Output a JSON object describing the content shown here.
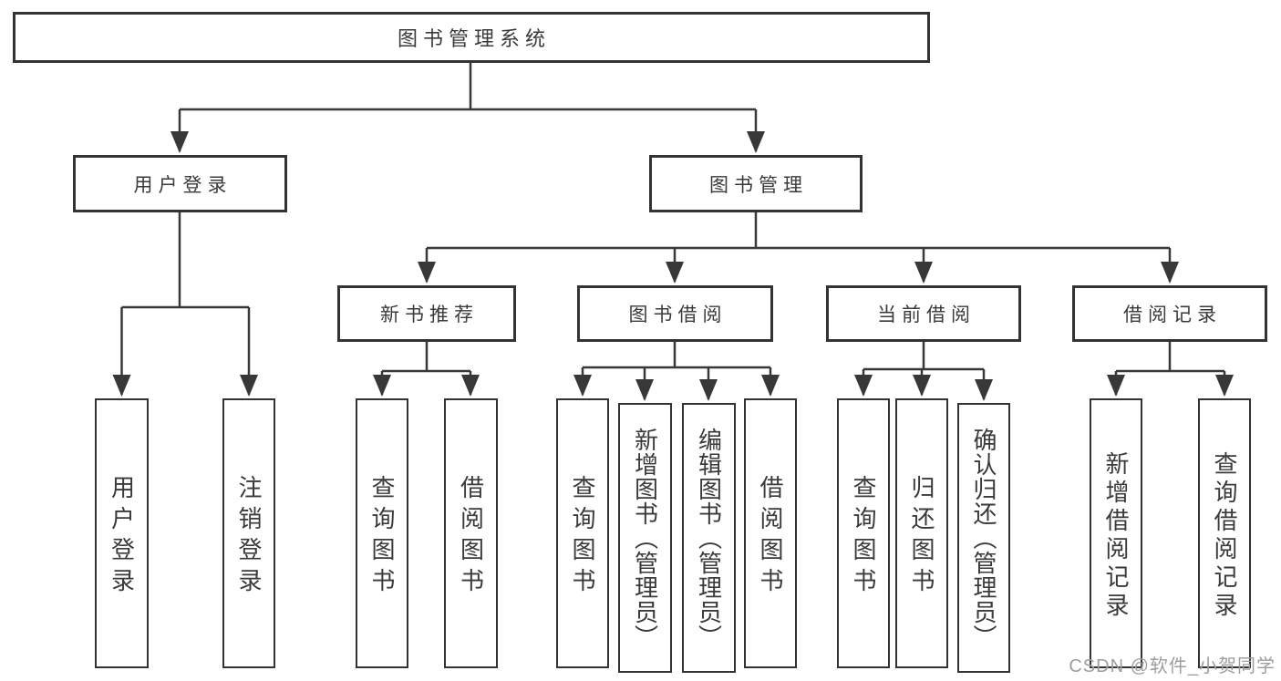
{
  "tree": {
    "label": "图书管理系统",
    "children": [
      {
        "label": "用户登录",
        "children": [
          {
            "label": "用户登录"
          },
          {
            "label": "注销登录"
          }
        ]
      },
      {
        "label": "图书管理",
        "children": [
          {
            "label": "新书推荐",
            "children": [
              {
                "label": "查询图书"
              },
              {
                "label": "借阅图书"
              }
            ]
          },
          {
            "label": "图书借阅",
            "children": [
              {
                "label": "查询图书"
              },
              {
                "label": "新增图书（管理员）"
              },
              {
                "label": "编辑图书（管理员）"
              },
              {
                "label": "借阅图书"
              }
            ]
          },
          {
            "label": "当前借阅",
            "children": [
              {
                "label": "查询图书"
              },
              {
                "label": "归还图书"
              },
              {
                "label": "确认归还（管理员）"
              }
            ]
          },
          {
            "label": "借阅记录",
            "children": [
              {
                "label": "新增借阅记录"
              },
              {
                "label": "查询借阅记录"
              }
            ]
          }
        ]
      }
    ]
  },
  "watermark": "CSDN @软件_小贺同学",
  "colors": {
    "line": "#383838",
    "border": "#333333",
    "text": "#3a3a3a",
    "watermark": "#9e9e9e",
    "background": "#ffffff"
  }
}
